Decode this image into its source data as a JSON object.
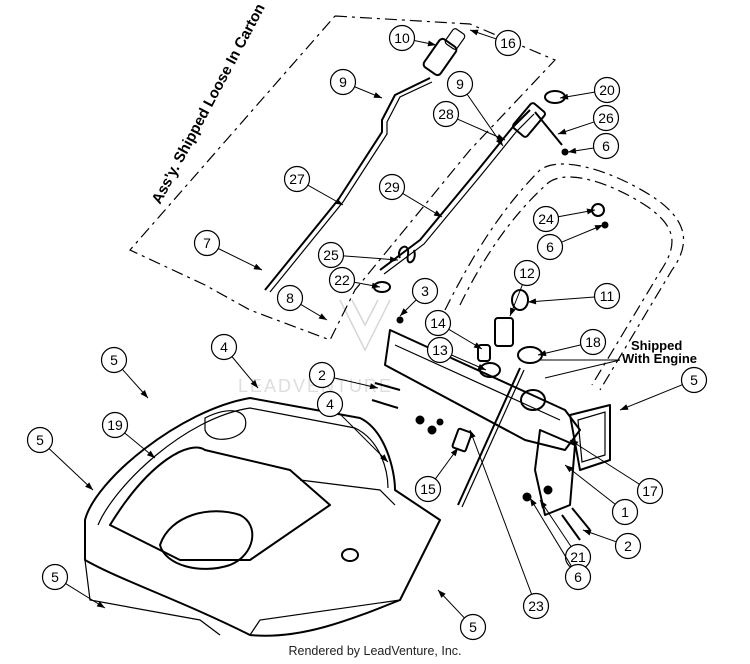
{
  "diagram": {
    "notes": {
      "loose_assembly": "Ass'y. Shipped Loose In Carton",
      "shipped_with_engine_line1": "Shipped",
      "shipped_with_engine_line2": "With Engine"
    },
    "watermark": "LEADVENTURE",
    "footer": "Rendered by LeadVenture, Inc.",
    "callouts": [
      {
        "id": "c-10",
        "label": "10"
      },
      {
        "id": "c-16",
        "label": "16"
      },
      {
        "id": "c-9a",
        "label": "9"
      },
      {
        "id": "c-9b",
        "label": "9"
      },
      {
        "id": "c-20",
        "label": "20"
      },
      {
        "id": "c-28",
        "label": "28"
      },
      {
        "id": "c-26",
        "label": "26"
      },
      {
        "id": "c-6a",
        "label": "6"
      },
      {
        "id": "c-27",
        "label": "27"
      },
      {
        "id": "c-29",
        "label": "29"
      },
      {
        "id": "c-24",
        "label": "24"
      },
      {
        "id": "c-6b",
        "label": "6"
      },
      {
        "id": "c-7",
        "label": "7"
      },
      {
        "id": "c-25",
        "label": "25"
      },
      {
        "id": "c-22",
        "label": "22"
      },
      {
        "id": "c-12",
        "label": "12"
      },
      {
        "id": "c-3",
        "label": "3"
      },
      {
        "id": "c-11",
        "label": "11"
      },
      {
        "id": "c-8",
        "label": "8"
      },
      {
        "id": "c-14",
        "label": "14"
      },
      {
        "id": "c-4a",
        "label": "4"
      },
      {
        "id": "c-18",
        "label": "18"
      },
      {
        "id": "c-13",
        "label": "13"
      },
      {
        "id": "c-5a",
        "label": "5"
      },
      {
        "id": "c-2a",
        "label": "2"
      },
      {
        "id": "c-5b",
        "label": "5"
      },
      {
        "id": "c-4b",
        "label": "4"
      },
      {
        "id": "c-19",
        "label": "19"
      },
      {
        "id": "c-5c",
        "label": "5"
      },
      {
        "id": "c-15",
        "label": "15"
      },
      {
        "id": "c-17",
        "label": "17"
      },
      {
        "id": "c-1",
        "label": "1"
      },
      {
        "id": "c-2b",
        "label": "2"
      },
      {
        "id": "c-21",
        "label": "21"
      },
      {
        "id": "c-5d",
        "label": "5"
      },
      {
        "id": "c-6c",
        "label": "6"
      },
      {
        "id": "c-23",
        "label": "23"
      },
      {
        "id": "c-5e",
        "label": "5"
      }
    ]
  }
}
